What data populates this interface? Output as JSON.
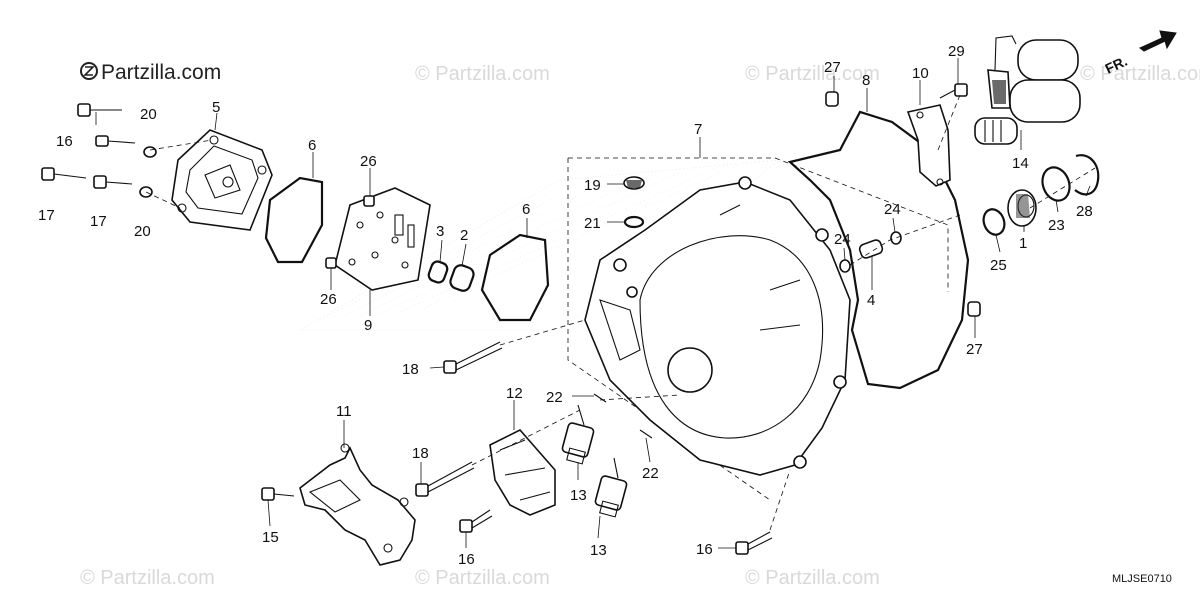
{
  "brand": {
    "logo_text": "Partzilla.com",
    "watermark_text": "© Partzilla.com"
  },
  "direction_label": "FR.",
  "diagram_code": "MLJSE0710",
  "callouts": {
    "p1": "1",
    "p2": "2",
    "p3": "3",
    "p4": "4",
    "p5": "5",
    "p6a": "6",
    "p6b": "6",
    "p7": "7",
    "p8": "8",
    "p9": "9",
    "p10": "10",
    "p11": "11",
    "p12": "12",
    "p13a": "13",
    "p13b": "13",
    "p14": "14",
    "p15": "15",
    "p16a": "16",
    "p16b": "16",
    "p16c": "16",
    "p17a": "17",
    "p17b": "17",
    "p18a": "18",
    "p18b": "18",
    "p19": "19",
    "p20a": "20",
    "p20b": "20",
    "p21": "21",
    "p22a": "22",
    "p22b": "22",
    "p23": "23",
    "p24a": "24",
    "p24b": "24",
    "p25": "25",
    "p26a": "26",
    "p26b": "26",
    "p27a": "27",
    "p27b": "27",
    "p28": "28",
    "p29": "29"
  }
}
